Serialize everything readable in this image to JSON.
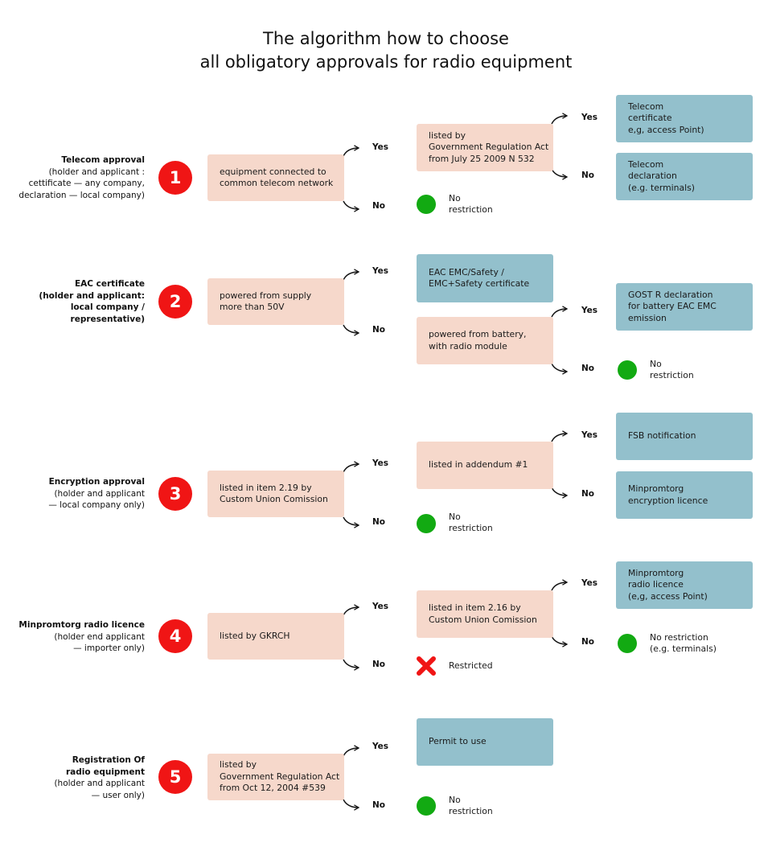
{
  "title": {
    "line1": "The algorithm how to choose",
    "line2": "all obligatory approvals for radio equipment"
  },
  "labels": {
    "yes": "Yes",
    "no": "No",
    "no_restriction": [
      "No",
      "restriction"
    ],
    "restricted": "Restricted"
  },
  "colors": {
    "step_number": "#f01515",
    "condition_box": "#f6d8cb",
    "result_box": "#93c0cc",
    "no_restriction_dot": "#12aa12",
    "restricted_mark": "#f01515"
  },
  "sections": [
    {
      "number": "1",
      "title": "Telecom approval",
      "subtitle": [
        "(holder and applicant :",
        "cettificate — any company,",
        "declaration — local company)"
      ],
      "condition": [
        "equipment connected to",
        "common telecom network"
      ],
      "yes_condition": [
        "listed by",
        "Government Regulation Act",
        "from July 25 2009 N 532"
      ],
      "yes_yes_result": [
        "Telecom",
        "certificate",
        "e,g, access Point)"
      ],
      "yes_no_result": [
        "Telecom",
        "declaration",
        "(e.g. terminals)"
      ]
    },
    {
      "number": "2",
      "title": "EAC certificate",
      "subtitle": [
        "(holder and applicant:",
        "local company /",
        "representative)"
      ],
      "condition": [
        "powered from supply",
        "more than 50V"
      ],
      "yes_result": [
        "EAC EMC/Safety /",
        "EMC+Safety certificate"
      ],
      "no_condition": [
        "powered from battery,",
        "with radio module"
      ],
      "no_yes_result": [
        "GOST R declaration",
        "for battery EAC EMC",
        "emission"
      ]
    },
    {
      "number": "3",
      "title": "Encryption approval",
      "subtitle": [
        "(holder and applicant",
        "— local company only)"
      ],
      "condition": [
        "listed in item 2.19 by",
        "Custom Union Comission"
      ],
      "yes_condition": [
        "listed in addendum #1"
      ],
      "yes_yes_result": [
        "FSB notification"
      ],
      "yes_no_result": [
        "Minpromtorg",
        "encryption licence"
      ]
    },
    {
      "number": "4",
      "title": "Minpromtorg radio licence",
      "subtitle": [
        "(holder end applicant",
        "— importer only)"
      ],
      "condition": [
        "listed by GKRCH"
      ],
      "yes_condition": [
        "listed in item 2.16 by",
        "Custom Union Comission"
      ],
      "yes_yes_result": [
        "Minpromtorg",
        "radio licence",
        "(e,g, access Point)"
      ],
      "yes_no_result": [
        "No restriction",
        "(e.g. terminals)"
      ]
    },
    {
      "number": "5",
      "title": "Registration Of",
      "subtitle": [
        "radio equipment",
        "(holder and applicant",
        "— user only)"
      ],
      "condition": [
        "listed by",
        "Government Regulation Act",
        "from Oct 12, 2004 #539"
      ],
      "yes_result": [
        "Permit to use"
      ]
    }
  ]
}
